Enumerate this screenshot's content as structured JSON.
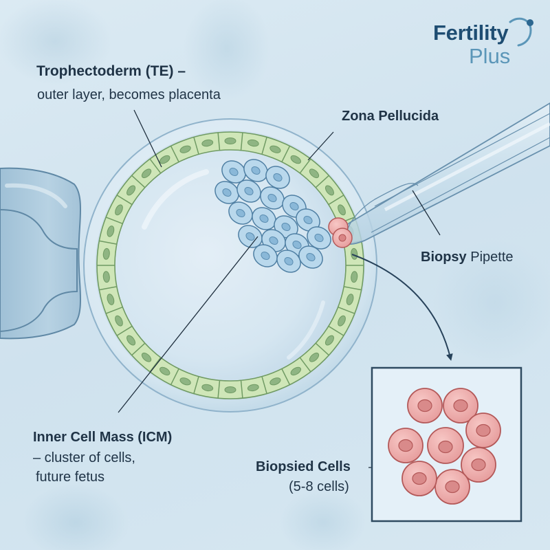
{
  "brand": {
    "name_line1": "Fertility",
    "name_line2": "Plus",
    "icon": "person-arc-icon",
    "colors": {
      "primary": "#1e4d72",
      "secondary": "#5b96b8"
    }
  },
  "labels": {
    "trophectoderm": {
      "title": "Trophectoderm (TE) –",
      "description": "outer layer, becomes placenta"
    },
    "zona_pellucida": {
      "title": "Zona Pellucida"
    },
    "biopsy_pipette": {
      "title_bold": "Biopsy",
      "title_regular": " Pipette"
    },
    "inner_cell_mass": {
      "title": "Inner Cell Mass (ICM)",
      "description_line1": "– cluster of cells,",
      "description_line2": "future fetus"
    },
    "biopsied_cells": {
      "title": "Biopsied Cells",
      "description": "(5-8 cells)"
    }
  },
  "colors": {
    "background": "#d3e5ef",
    "trophectoderm_cell": "#cfe6b8",
    "trophectoderm_outline": "#6f9a63",
    "icm_cell": "#b9d8ec",
    "icm_outline": "#4f7fa3",
    "biopsied_cell": "#eba6a6",
    "biopsied_outline": "#b35858",
    "text": "#1f3346",
    "box_border": "#2e4a60"
  }
}
